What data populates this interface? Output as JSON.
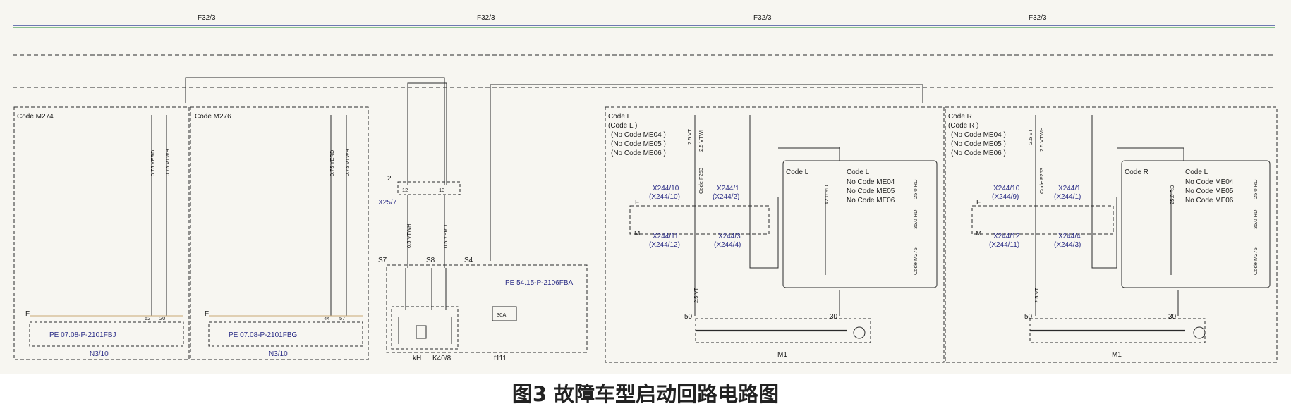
{
  "bus": {
    "label": "F32/3"
  },
  "modules": {
    "m274": {
      "code": "Code M274",
      "connector": "PE 07.08-P-2101FBJ",
      "unit": "N3/10",
      "wire_a": "0.75 YERD",
      "wire_b": "0.75 VTWH",
      "pin_a": "52",
      "pin_b": "20"
    },
    "m276": {
      "code": "Code M276",
      "connector": "PE 07.08-P-2101FBG",
      "unit": "N3/10",
      "wire_a": "0.75 YERD",
      "wire_b": "0.75 VTWH",
      "pin_a": "44",
      "pin_b": "57"
    },
    "f_label": "F"
  },
  "connector_x25": {
    "num": "2",
    "name": "X25/7",
    "pin_a": "12",
    "pin_b": "13",
    "wire_a": "0.5 VTWH",
    "wire_b": "0.5 YERD"
  },
  "relay": {
    "s7": "S7",
    "s8": "S8",
    "s4": "S4",
    "ref": "PE 54.15-P-2106FBA",
    "kh": "kH",
    "name": "K40/8",
    "fuse": "f111",
    "fuse_rating": "30A"
  },
  "left_starter": {
    "code": "Code L",
    "code2": "(Code L )",
    "exclusions": [
      "(No Code ME04 )",
      "(No Code ME05 )",
      "(No Code ME06 )"
    ],
    "wire_top": "2.5 VT",
    "wire_top2": "2.5 VTWH",
    "x_a": "X244/10",
    "x_a2": "(X244/10)",
    "x_b": "X244/1",
    "x_b2": "(X244/2)",
    "x_c": "X244/11",
    "x_c2": "(X244/12)",
    "x_d": "X244/3",
    "x_d2": "(X244/4)",
    "code_f": "Code F253",
    "f": "F",
    "m": "M",
    "inner_code": "Code L",
    "inner_code2": "Code L",
    "inner_exclusions": [
      "No Code ME04",
      "No Code ME05",
      "No Code ME06"
    ],
    "inner_wire1": "42.0 RD",
    "inner_wire2": "25.0 RD",
    "inner_wire3": "35.0 RD",
    "inner_code_m": "Code M276",
    "wire_bottom": "2.5 VT",
    "t50": "50",
    "t30": "30",
    "motor": "M1"
  },
  "right_starter": {
    "code": "Code R",
    "code2": "(Code R )",
    "exclusions": [
      "(No Code ME04 )",
      "(No Code ME05 )",
      "(No Code ME06 )"
    ],
    "wire_top": "2.5 VT",
    "wire_top2": "2.5 VTWH",
    "x_a": "X244/10",
    "x_a2": "(X244/9)",
    "x_b": "X244/1",
    "x_b2": "(X244/1)",
    "x_c": "X244/12",
    "x_c2": "(X244/11)",
    "x_d": "X244/4",
    "x_d2": "(X244/3)",
    "code_f": "Code F253",
    "f": "F",
    "m": "M",
    "inner_code": "Code R",
    "inner_code2": "Code L",
    "inner_exclusions": [
      "No Code ME04",
      "No Code ME05",
      "No Code ME06"
    ],
    "inner_wire1": "25.0 RD",
    "inner_wire2": "25.0 RD",
    "inner_wire3": "35.0 RD",
    "inner_code_m": "Code M276",
    "wire_bottom": "2.5 VT",
    "t50": "50",
    "t30": "30",
    "motor": "M1"
  },
  "caption": "图3 故障车型启动回路电路图"
}
